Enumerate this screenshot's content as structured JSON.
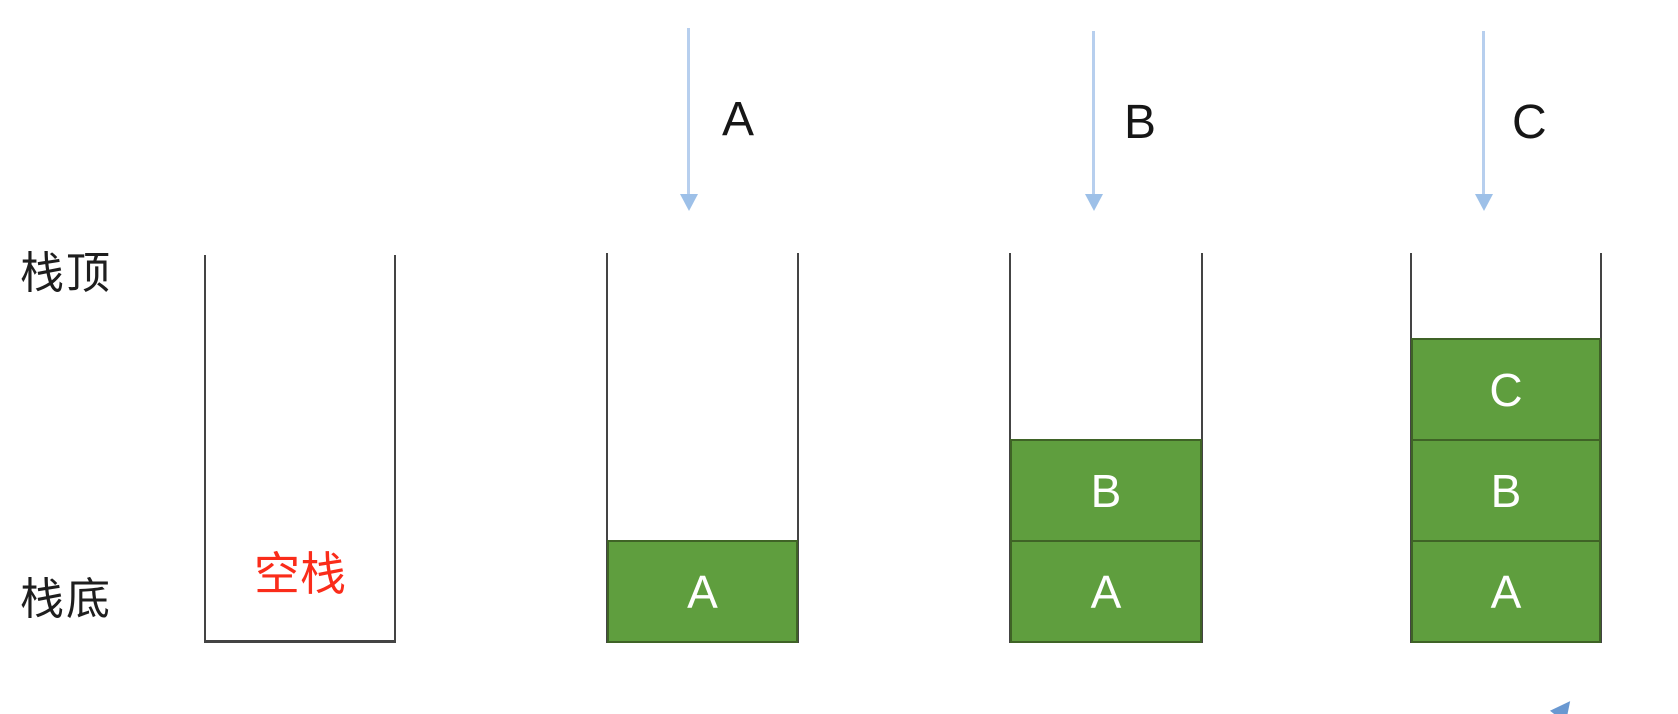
{
  "side_labels": {
    "stack_top": "栈顶",
    "stack_bottom": "栈底"
  },
  "empty_stack_label": "空栈",
  "colors": {
    "block_fill": "#5f9e3e",
    "block_border": "#3f6326",
    "arrow_line": "#b7cfee",
    "arrow_head": "#9dc0e8",
    "empty_label": "#fa2c1a",
    "container_wall": "#444444"
  },
  "stacks": [
    {
      "name": "empty-stack",
      "blocks": []
    },
    {
      "name": "after-push-a",
      "arrow_label": "A",
      "blocks": [
        "A"
      ]
    },
    {
      "name": "after-push-b",
      "arrow_label": "B",
      "blocks": [
        "B",
        "A"
      ]
    },
    {
      "name": "after-push-c",
      "arrow_label": "C",
      "blocks": [
        "C",
        "B",
        "A"
      ]
    }
  ]
}
